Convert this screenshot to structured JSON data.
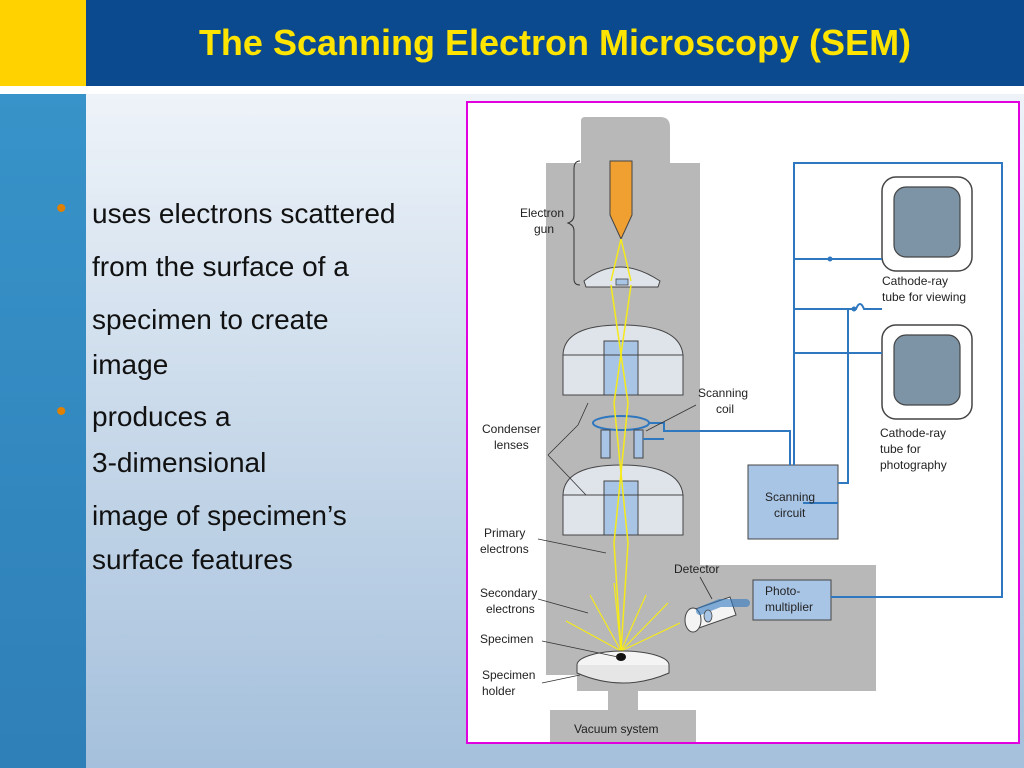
{
  "slide": {
    "title": "The Scanning Electron Microscopy (SEM)",
    "bullets": [
      {
        "lines": [
          "uses electrons scattered",
          "from the surface of a",
          "specimen to create",
          "image"
        ]
      },
      {
        "lines": [
          "produces a",
          "3-dimensional",
          "image of specimen’s",
          "surface features"
        ]
      }
    ]
  },
  "diagram": {
    "labels": {
      "electron_gun": [
        "Electron",
        "gun"
      ],
      "condenser_lenses": [
        "Condenser",
        "lenses"
      ],
      "primary_electrons": [
        "Primary",
        "electrons"
      ],
      "secondary_electrons": [
        "Secondary",
        "electrons"
      ],
      "specimen": "Specimen",
      "specimen_holder": [
        "Specimen",
        "holder"
      ],
      "scanning_coil": [
        "Scanning",
        "coil"
      ],
      "scanning_circuit": [
        "Scanning",
        "circuit"
      ],
      "detector": "Detector",
      "photomultiplier": [
        "Photo-",
        "multiplier"
      ],
      "crt_viewing": [
        "Cathode-ray",
        "tube for viewing"
      ],
      "crt_photography": [
        "Cathode-ray",
        "tube for",
        "photography"
      ],
      "vacuum_system": "Vacuum system"
    },
    "colors": {
      "column_gray": "#b8b8b8",
      "lens_fill": "#dfe3ea",
      "lens_core": "#a9c5e6",
      "gun_orange": "#f0a030",
      "beam_yellow": "#f5ea1a",
      "wire_blue": "#2f78c0",
      "box_blue": "#a9c5e6",
      "screen_gray": "#7d93a6"
    }
  }
}
